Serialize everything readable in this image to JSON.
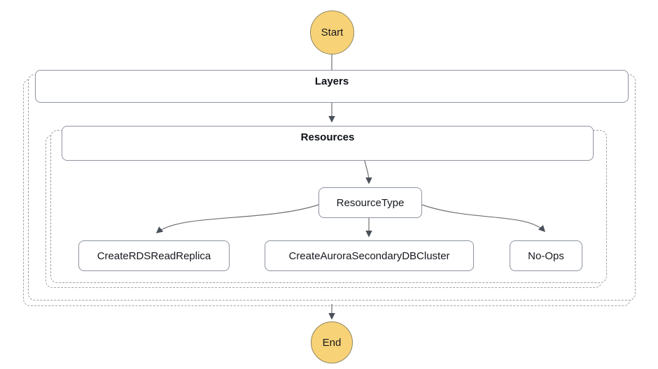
{
  "diagram": {
    "type": "workflow-state-machine",
    "nodes": {
      "start": {
        "label": "Start",
        "kind": "start-terminal"
      },
      "layers": {
        "label": "Layers",
        "kind": "map-state"
      },
      "resources": {
        "label": "Resources",
        "kind": "map-state"
      },
      "resourceType": {
        "label": "ResourceType",
        "kind": "choice-state"
      },
      "createRdsReadReplica": {
        "label": "CreateRDSReadReplica",
        "kind": "task-state"
      },
      "createAuroraSecondaryDbCluster": {
        "label": "CreateAuroraSecondaryDBCluster",
        "kind": "task-state"
      },
      "noOps": {
        "label": "No-Ops",
        "kind": "task-state"
      },
      "end": {
        "label": "End",
        "kind": "end-terminal"
      }
    },
    "edges": [
      {
        "from": "start",
        "to": "layers"
      },
      {
        "from": "layers",
        "to": "resources"
      },
      {
        "from": "resources",
        "to": "resourceType"
      },
      {
        "from": "resourceType",
        "to": "createRdsReadReplica"
      },
      {
        "from": "resourceType",
        "to": "createAuroraSecondaryDbCluster"
      },
      {
        "from": "resourceType",
        "to": "noOps"
      },
      {
        "from": "layers",
        "to": "end"
      }
    ],
    "colors": {
      "terminal_fill": "#F8D277",
      "terminal_border": "#8F875F",
      "box_border": "#8D949E",
      "dashed_border": "#9E9E9E",
      "text": "#16191F",
      "edge_line": "#707070",
      "arrowhead": "#4A515A"
    }
  }
}
